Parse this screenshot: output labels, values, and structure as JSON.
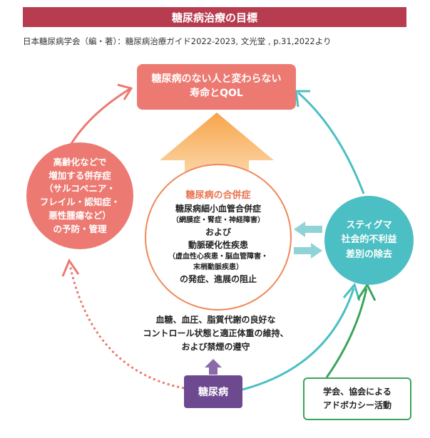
{
  "header": {
    "title": "糖尿病治療の目標",
    "source": "日本糖尿病学会（編・著）：糖尿病治療ガイド2022-2023, 文光堂 , p.31,2022より"
  },
  "goal": {
    "line1": "糖尿病のない人と変わらない",
    "line2": "寿命とQOL"
  },
  "left_circle": {
    "lines": [
      "高齢化などで",
      "増加する併存症",
      "（サルコペニア・",
      "フレイル・認知症・",
      "悪性腫瘍など）",
      "の予防・管理"
    ]
  },
  "center_circle": {
    "title": "糖尿病の合併症",
    "line1": "糖尿病細小血管合併症",
    "line2": "（網膜症・腎症・神経障害）",
    "line3": "および",
    "line4": "動脈硬化性疾患",
    "line5": "（虚血性心疾患・脳血管障害・",
    "line6": "末梢動脈疾患）",
    "line7": "の発症、進展の阻止"
  },
  "right_circle": {
    "lines": [
      "スティグマ",
      "社会的不利益",
      "差別の除去"
    ]
  },
  "control": {
    "lines": [
      "血糖、血圧、脂質代謝の良好な",
      "コントロール状態と適正体重の維持、",
      "および禁煙の遵守"
    ]
  },
  "diabetes_box": {
    "label": "糖尿病"
  },
  "advocacy_box": {
    "line1": "学会、協会による",
    "line2": "アドボカシー活動"
  },
  "colors": {
    "title_bar": "#b73c4f",
    "coral": "#ec7a72",
    "teal": "#4bbfc3",
    "orange": "#ef8a5a",
    "purple": "#6d4a8f",
    "green": "#3aa55a"
  }
}
